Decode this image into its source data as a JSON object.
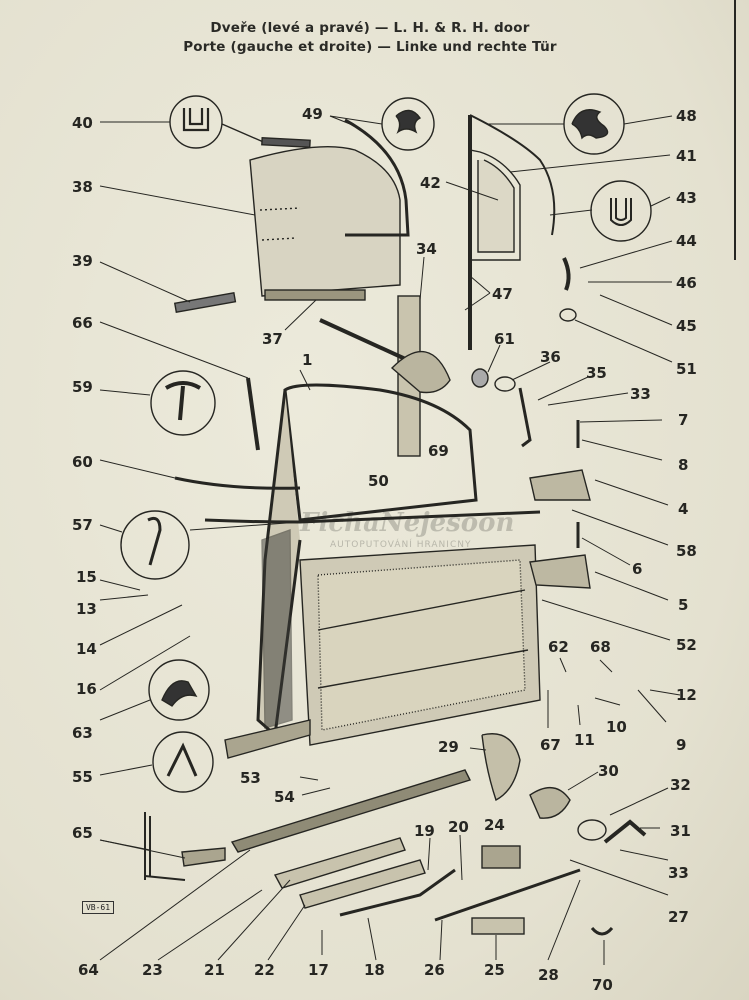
{
  "title_line1": "Dveře (levé a pravé) — L. H. & R. H. door",
  "title_line2": "Porte (gauche et droite) — Linke und rechte Tür",
  "watermark": "FichaNejesoon",
  "watermark_sub": "AUTOPUTOVÁNÍ HRANICNY",
  "corner_tag": "VB-61",
  "labels": {
    "l1": "1",
    "l4": "4",
    "l5": "5",
    "l6": "6",
    "l7": "7",
    "l8": "8",
    "l9": "9",
    "l10": "10",
    "l11": "11",
    "l12": "12",
    "l13": "13",
    "l14": "14",
    "l15": "15",
    "l16": "16",
    "l17": "17",
    "l18": "18",
    "l19": "19",
    "l20": "20",
    "l21": "21",
    "l22": "22",
    "l23": "23",
    "l24": "24",
    "l25": "25",
    "l26": "26",
    "l27": "27",
    "l28": "28",
    "l29": "29",
    "l30": "30",
    "l31": "31",
    "l32": "32",
    "l33a": "33",
    "l33b": "33",
    "l34": "34",
    "l35": "35",
    "l36": "36",
    "l37": "37",
    "l38": "38",
    "l39": "39",
    "l40": "40",
    "l41": "41",
    "l42": "42",
    "l43": "43",
    "l44": "44",
    "l45": "45",
    "l46": "46",
    "l47": "47",
    "l48": "48",
    "l49": "49",
    "l50": "50",
    "l51": "51",
    "l52": "52",
    "l53": "53",
    "l54": "54",
    "l55": "55",
    "l57": "57",
    "l58": "58",
    "l59": "59",
    "l60": "60",
    "l61": "61",
    "l62": "62",
    "l63": "63",
    "l64": "64",
    "l65": "65",
    "l66": "66",
    "l67": "67",
    "l68": "68",
    "l69": "69",
    "l70": "70"
  },
  "colors": {
    "ink": "#262622",
    "paper": "#e8e5d6",
    "panel": "#cfcab6"
  }
}
